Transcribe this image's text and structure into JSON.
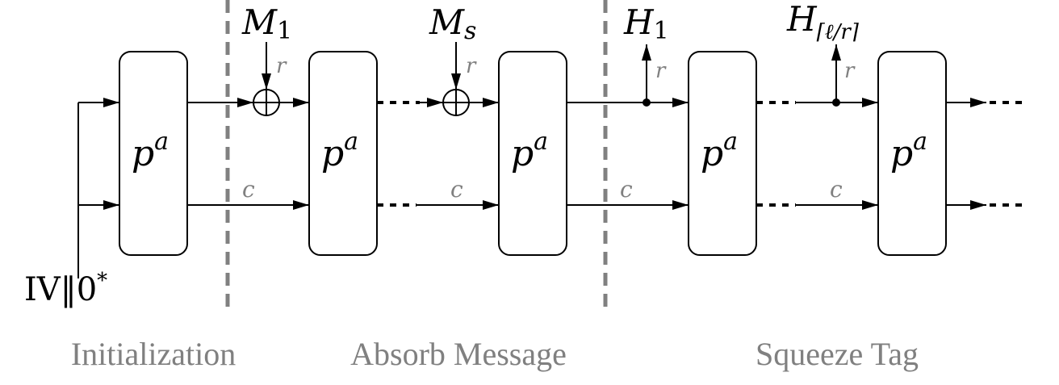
{
  "colors": {
    "ink": "#000000",
    "gray": "#808080",
    "divider": "#808080"
  },
  "labels": {
    "m1_base": "M",
    "m1_sub": "1",
    "ms_base": "M",
    "ms_sub": "s",
    "h1_base": "H",
    "h1_sub": "1",
    "hl_base": "H",
    "hl_sub": "⌈ℓ/r⌉",
    "perm_base": "p",
    "perm_sup": "a",
    "rate": "r",
    "capacity": "c",
    "iv": "IV‖0",
    "iv_sup": "*"
  },
  "phases": {
    "initialization": "Initialization",
    "absorb": "Absorb Message",
    "squeeze": "Squeeze Tag"
  }
}
